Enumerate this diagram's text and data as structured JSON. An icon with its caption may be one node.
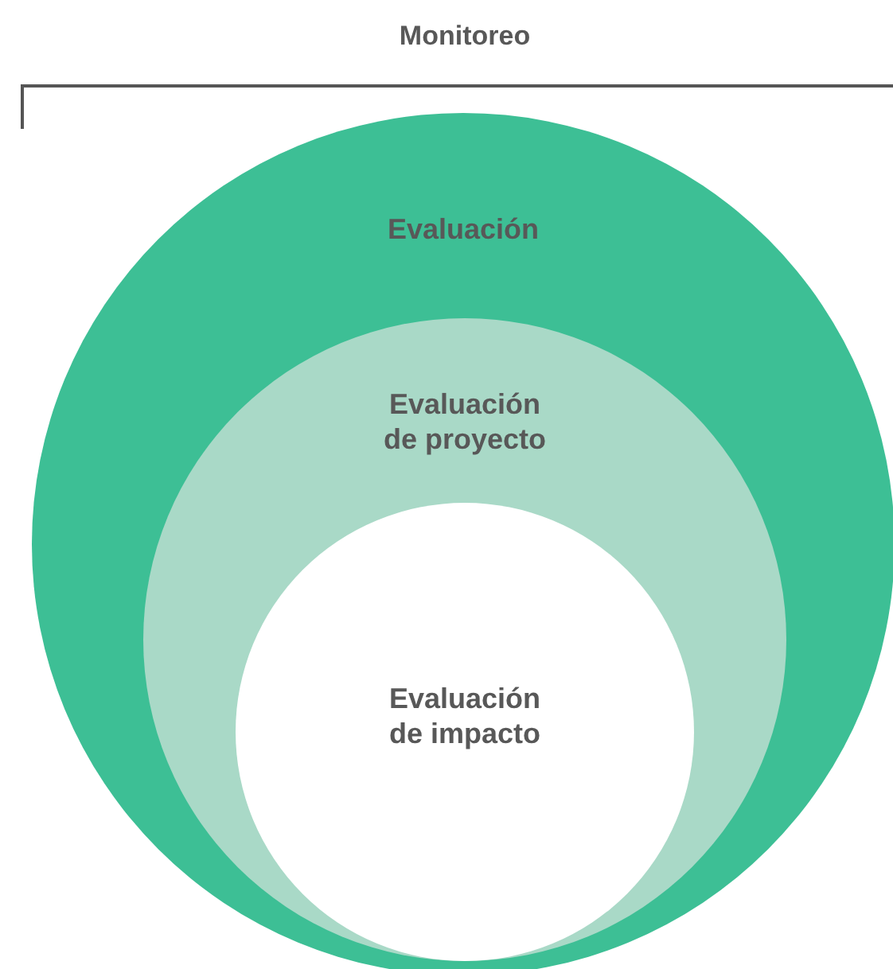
{
  "diagram": {
    "nodes": [
      {
        "text": [
          "Evaluación"
        ]
      },
      {
        "text": [
          "Evaluación de proyecto"
        ],
        "in": 0
      },
      {
        "text": [
          "Evaluación de impacto"
        ],
        "in": 1
      }
    ],
    "labels": [
      "Monitoreo"
    ]
  }
}
